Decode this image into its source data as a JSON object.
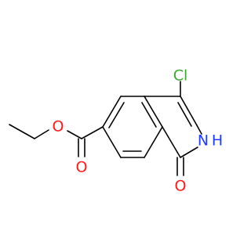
{
  "molecule": {
    "atom_labels": {
      "chlorine": "Cl",
      "nitrogen": "N",
      "nitrogen_h": "H",
      "carbonyl_oxygen": "O",
      "ester_carbonyl_oxygen": "O",
      "ester_ether_oxygen": "O"
    },
    "colors": {
      "bond": "#000000",
      "chlorine": "#3aa832",
      "nitrogen": "#1e3cff",
      "oxygen": "#ff1a1a",
      "background": "#ffffff"
    }
  }
}
